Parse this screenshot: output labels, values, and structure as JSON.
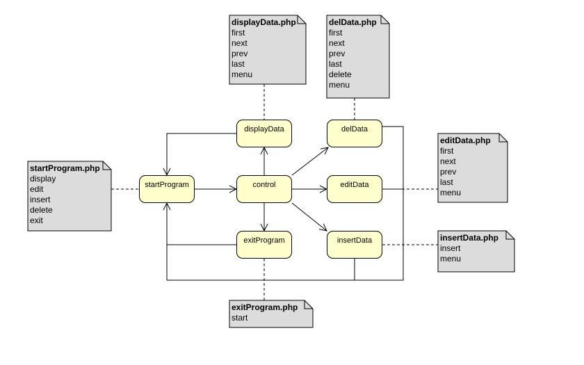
{
  "states": {
    "startProgram": "startProgram",
    "control": "control",
    "displayData": "displayData",
    "delData": "delData",
    "editData": "editData",
    "insertData": "insertData",
    "exitProgram": "exitProgram"
  },
  "notes": {
    "startProgram": {
      "title": "startProgram.php",
      "items": [
        "display",
        "edit",
        "insert",
        "delete",
        "exit"
      ]
    },
    "displayData": {
      "title": "displayData.php",
      "items": [
        "first",
        "next",
        "prev",
        "last",
        "menu"
      ]
    },
    "delData": {
      "title": "delData.php",
      "items": [
        "first",
        "next",
        "prev",
        "last",
        "delete",
        "menu"
      ]
    },
    "editData": {
      "title": "editData.php",
      "items": [
        "first",
        "next",
        "prev",
        "last",
        "menu"
      ]
    },
    "insertData": {
      "title": "insertData.php",
      "items": [
        "insert",
        "menu"
      ]
    },
    "exitProgram": {
      "title": "exitProgram.php",
      "items": [
        "start"
      ]
    }
  },
  "colors": {
    "state_fill": "#ffffcc",
    "note_fill": "#dcdcdc",
    "line": "#000000"
  }
}
